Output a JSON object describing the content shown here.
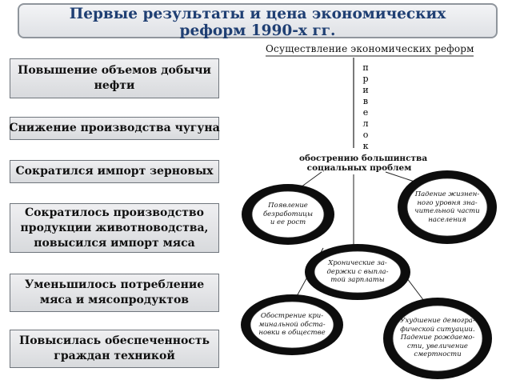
{
  "title": {
    "line1": "Первые результаты и цена экономических",
    "line2": "реформ 1990-х гг."
  },
  "facts": [
    {
      "text": "Повышение объемов добычи\nнефти"
    },
    {
      "text": "Снижение производства чугуна"
    },
    {
      "text": "Сократился импорт зерновых"
    },
    {
      "text": "Сократилось производство\nпродукции животноводства,\nповысился импорт мяса"
    },
    {
      "text": "Уменьшилось потребление\nмяса и мясопродуктов"
    },
    {
      "text": "Повысилась обеспеченность\nграждан техникой"
    }
  ],
  "diagram": {
    "header": "Осуществление экономических реформ",
    "vertical_word": [
      "п",
      "р",
      "и",
      "в",
      "е",
      "л",
      "о",
      "к"
    ],
    "result": "обострению большинства\nсоциальных проблем",
    "problems": [
      {
        "text": "Появление\nбезработицы\nи ее рост"
      },
      {
        "text": "Падение жизнен-\nного уровня зна-\nчительной части\nнаселения"
      },
      {
        "text": "Хронические за-\nдержки с выпла-\nтой зарплаты"
      },
      {
        "text": "Обострение кри-\nминальной обста-\nновки в обществе"
      },
      {
        "text": "Ухудшение демогра-\nфической ситуации.\nПадение рождаемо-\nсти, увеличение\nсмертности"
      }
    ]
  }
}
